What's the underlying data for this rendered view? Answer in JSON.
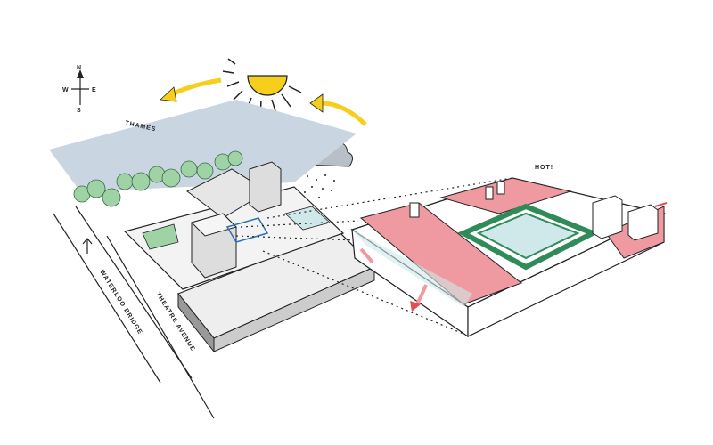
{
  "compass": {
    "n": "N",
    "s": "S",
    "e": "E",
    "w": "W"
  },
  "labels": {
    "river": "THAMES",
    "hot": "HOT!",
    "bridge": "WATERLOO BRIDGE",
    "avenue": "THEATRE AVENUE"
  },
  "colors": {
    "sun": "#f5cf1c",
    "river": "#c9d6e2",
    "trees": "#9fd2a4",
    "cloud": "#b8bfc7",
    "hot_zone": "#ef9aa0",
    "green_ring": "#2f8b57",
    "water": "#cfe9ea"
  }
}
